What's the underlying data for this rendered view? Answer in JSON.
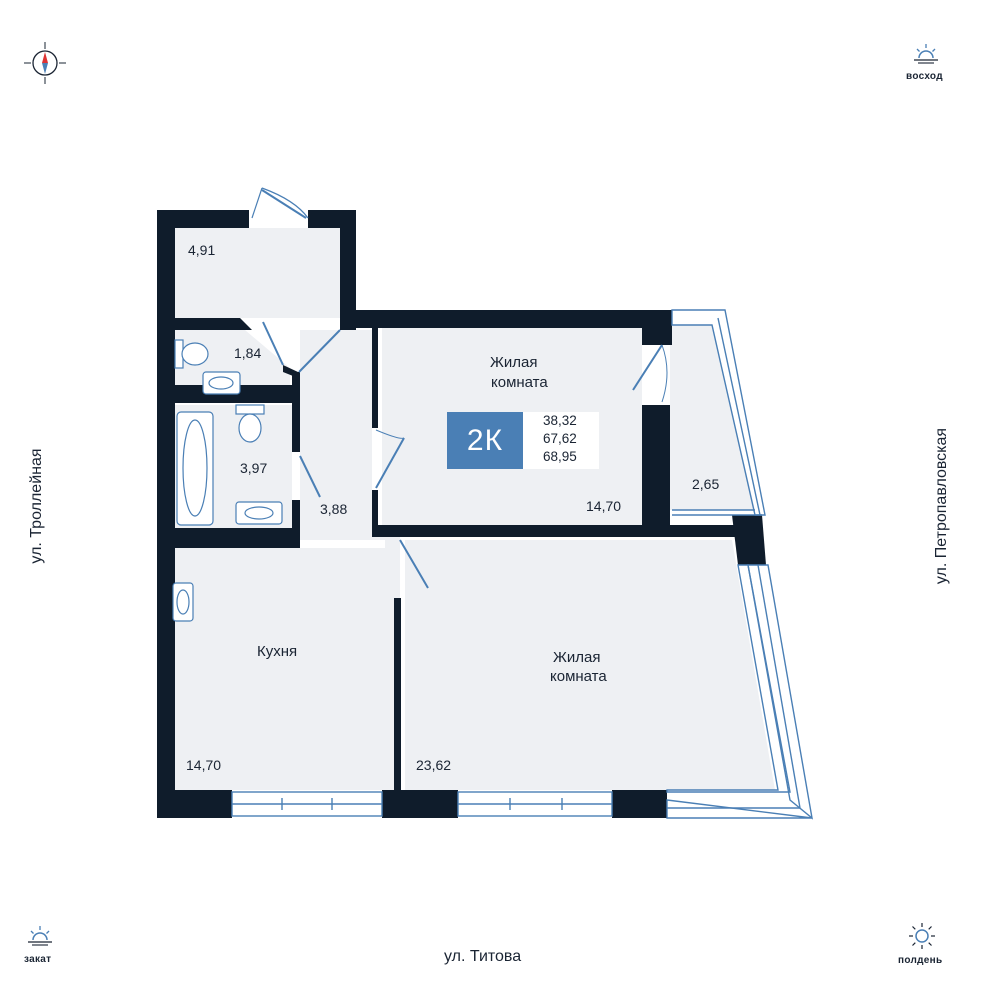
{
  "streets": {
    "left": "ул. Троллейная",
    "right": "ул. Петропавловская",
    "bottom": "ул. Титова"
  },
  "corners": {
    "top_right": {
      "icon": "sunrise-icon",
      "label": "восход"
    },
    "bottom_left": {
      "icon": "sunset-icon",
      "label": "закат"
    },
    "bottom_right": {
      "icon": "sun-icon",
      "label": "полдень"
    },
    "top_left": {
      "icon": "compass-icon"
    }
  },
  "apartment": {
    "type_tag": "2К",
    "areas": [
      "38,32",
      "67,62",
      "68,95"
    ]
  },
  "rooms": {
    "hallway_top": {
      "area": "4,91"
    },
    "toilet": {
      "area": "1,84"
    },
    "bathroom": {
      "area": "3,97"
    },
    "corridor": {
      "area": "3,88"
    },
    "kitchen": {
      "name": "Кухня",
      "area": "14,70"
    },
    "living_room_1": {
      "name_line1": "Жилая",
      "name_line2": "комната",
      "area": "14,70"
    },
    "living_room_2": {
      "name_line1": "Жилая",
      "name_line2": "комната",
      "area": "23,62"
    },
    "balcony": {
      "area": "2,65"
    }
  },
  "colors": {
    "wall": "#0f1c2b",
    "floor": "#eef0f3",
    "accent": "#4a7fb5",
    "window": "#4a7fb5"
  }
}
